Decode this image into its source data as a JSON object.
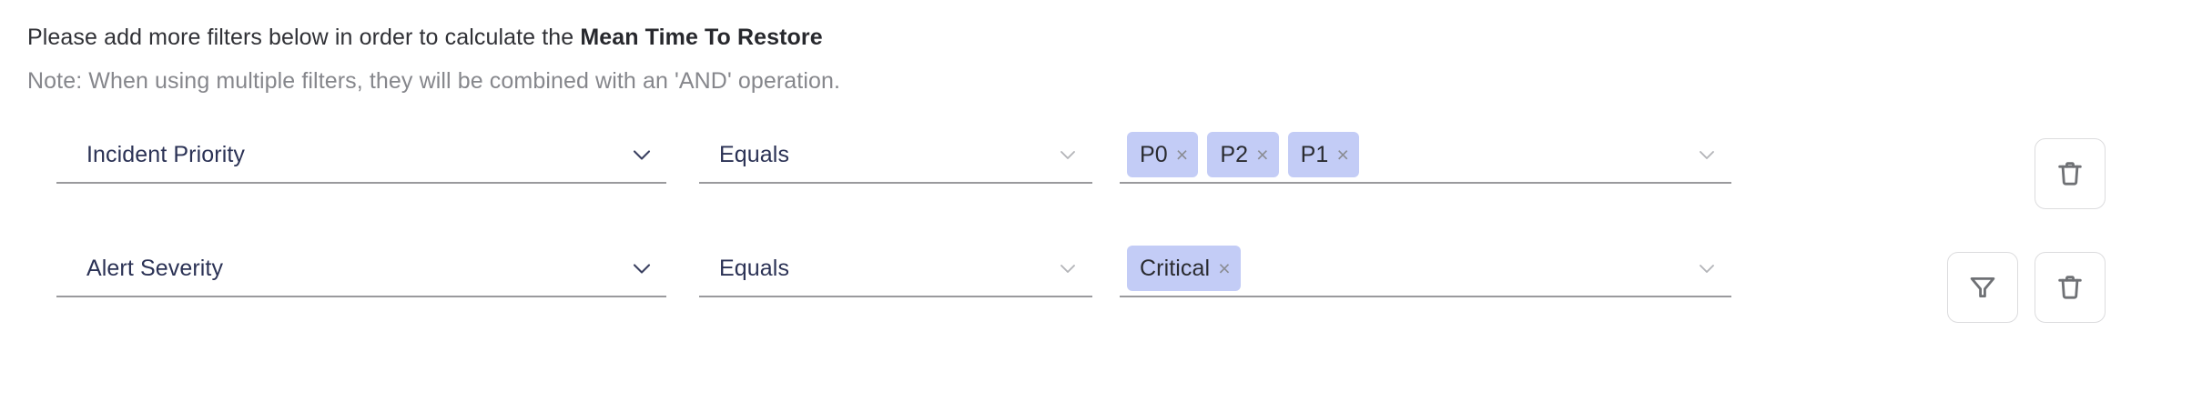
{
  "header": {
    "headline_prefix": "Please add more filters below in order to calculate the ",
    "headline_metric": "Mean Time To Restore",
    "note": "Note: When using multiple filters, they will be combined with an 'AND' operation."
  },
  "colors": {
    "chip_background": "#c3ccf6",
    "field_text": "#2b3255",
    "note_text": "#86878c",
    "underline": "#9a9a9d",
    "icon_stroke": "#6f7175",
    "button_border": "#dcdcde"
  },
  "icons": {
    "chevron_down": "chevron-down-icon",
    "chip_close": "close-icon",
    "delete": "trash-icon",
    "filter": "funnel-icon"
  },
  "filters": [
    {
      "field": "Incident Priority",
      "operator": "Equals",
      "values": [
        "P0",
        "P2",
        "P1"
      ],
      "chip_close_label": "×",
      "actions": [
        "delete"
      ]
    },
    {
      "field": "Alert Severity",
      "operator": "Equals",
      "values": [
        "Critical"
      ],
      "chip_close_label": "×",
      "actions": [
        "filter",
        "delete"
      ]
    }
  ]
}
